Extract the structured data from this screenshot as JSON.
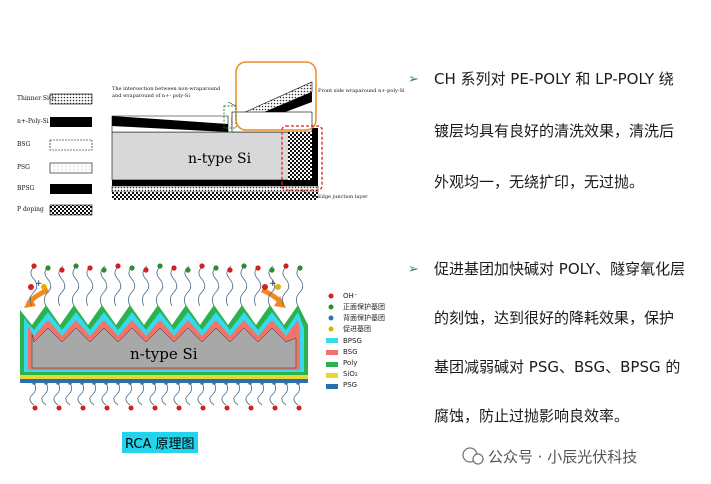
{
  "legend_top": {
    "items": [
      "Thinner SiO₂",
      "n+-Poly-Si",
      "BSG",
      "PSG",
      "BPSG",
      "P doping"
    ]
  },
  "diagram_top": {
    "intersection_label": "The intersection  between non-wraparound  and wraparound of n+- poly-Si",
    "front_label": "Front side wraparound n+-poly-Si",
    "ntype_label": "n-type Si",
    "edge_label": "Edge junction layer"
  },
  "diagram_bottom": {
    "ntype_label": "n-type Si",
    "reactant_label": "+",
    "legend": [
      {
        "label": "OH⁻",
        "color": "#d42020",
        "kind": "dot"
      },
      {
        "label": "正面保护基团",
        "color": "#2e8b2e",
        "kind": "dot"
      },
      {
        "label": "背面保护基团",
        "color": "#3a6fb0",
        "kind": "dot"
      },
      {
        "label": "促进基团",
        "color": "#e0b000",
        "kind": "dot"
      },
      {
        "label": "BPSG",
        "color": "#38d8ee",
        "kind": "bar"
      },
      {
        "label": "BSG",
        "color": "#f0746a",
        "kind": "bar"
      },
      {
        "label": "Poly",
        "color": "#2bb24c",
        "kind": "bar"
      },
      {
        "label": "SiO₂",
        "color": "#e8d830",
        "kind": "bar"
      },
      {
        "label": "PSG",
        "color": "#2a6fb0",
        "kind": "bar"
      }
    ],
    "caption": "RCA 原理图"
  },
  "bullets": [
    {
      "lines": [
        "CH 系列对 PE-POLY 和 LP-POLY 绕",
        "镀层均具有良好的清洗效果，清洗后",
        "外观均一，无绕扩印，无过抛。"
      ]
    },
    {
      "lines": [
        "促进基团加快碱对 POLY、隧穿氧化层",
        "的刻蚀，达到很好的降耗效果，保护",
        "基团减弱碱对 PSG、BSG、BPSG 的",
        "腐蚀，防止过抛影响良效率。"
      ]
    }
  ],
  "bullet_marker": "➢",
  "watermark": "公众号 · 小辰光伏科技"
}
